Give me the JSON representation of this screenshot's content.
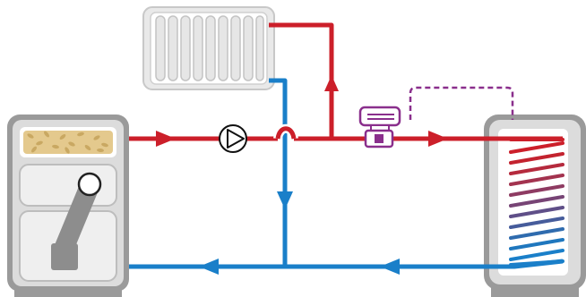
{
  "colors": {
    "supply_pipe": "#cc1f2a",
    "return_pipe": "#1a7fc9",
    "boiler_body": "#d7d7d7",
    "boiler_outline": "#9a9a9a",
    "pellets": "#e4c98d",
    "control_wire": "#8a2f8c",
    "valve": "#8a2f8c",
    "radiator": "#e9e9e9"
  },
  "icons": [
    "pellet-boiler-icon",
    "radiator-icon",
    "circulation-pump-icon",
    "mixing-valve-icon",
    "buffer-tank-icon"
  ],
  "diagram": {
    "components": [
      "pellet-boiler",
      "radiator",
      "circulation-pump",
      "motorized-valve",
      "heat-storage-tank"
    ],
    "pipes": [
      "supply-line",
      "return-line",
      "radiator-supply",
      "radiator-return",
      "control-wire"
    ]
  }
}
